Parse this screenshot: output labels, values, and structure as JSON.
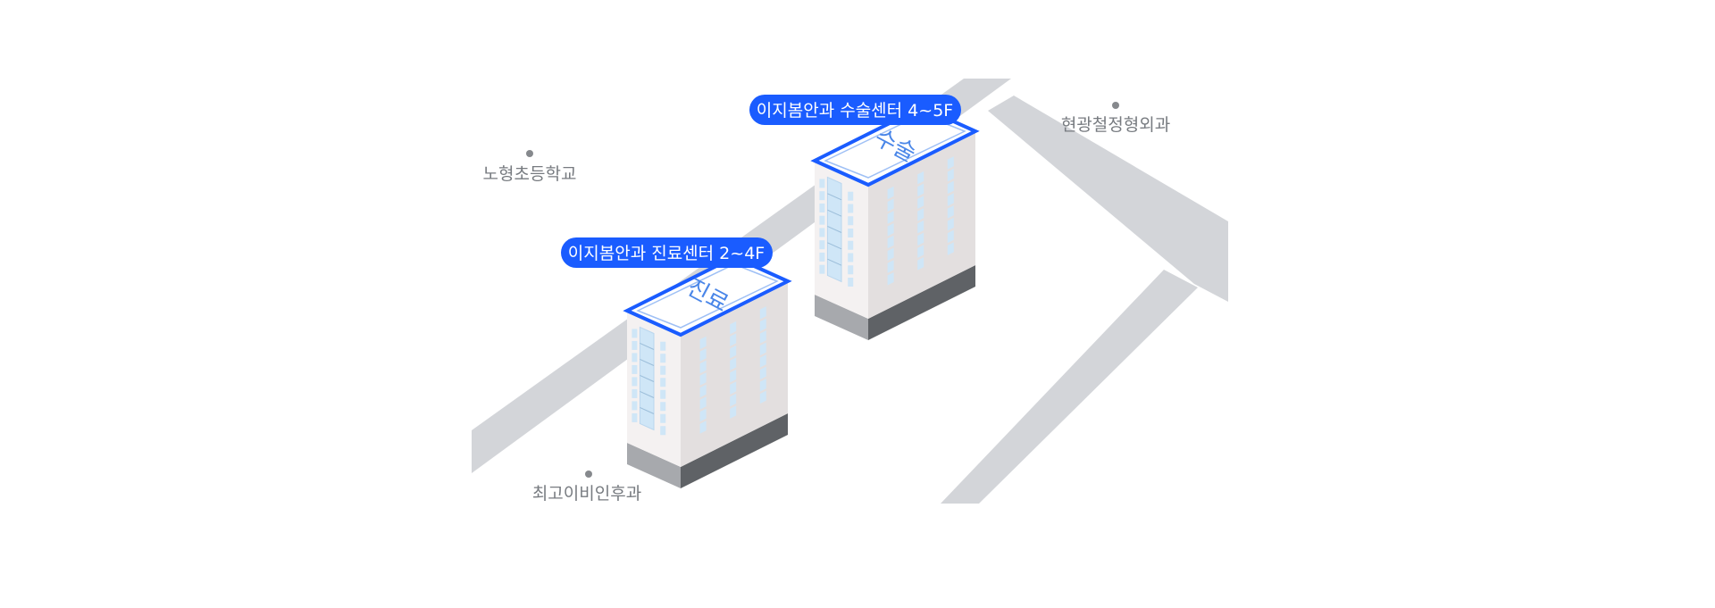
{
  "colors": {
    "road": "#d3d5d9",
    "accent": "#1a5cff",
    "landmark_text": "#777b80",
    "landmark_dot": "#86898d",
    "building_front": "#f4f1f1",
    "building_side": "#e3dfdf",
    "window": "#cfe6f7",
    "base_dark": "#5f6266",
    "base_light": "#a7a9ad"
  },
  "landmarks": [
    {
      "id": "school",
      "label": "노형초등학교"
    },
    {
      "id": "surgery-clinic",
      "label": "현광철정형외과"
    },
    {
      "id": "ent-clinic",
      "label": "최고이비인후과"
    }
  ],
  "buildings": [
    {
      "id": "surgery-center",
      "callout": "이지봄안과 수술센터 4~5F",
      "roof_text": "수술",
      "floors": 6
    },
    {
      "id": "clinic-center",
      "callout": "이지봄안과 진료센터 2~4F",
      "roof_text": "진료",
      "floors": 6
    }
  ]
}
